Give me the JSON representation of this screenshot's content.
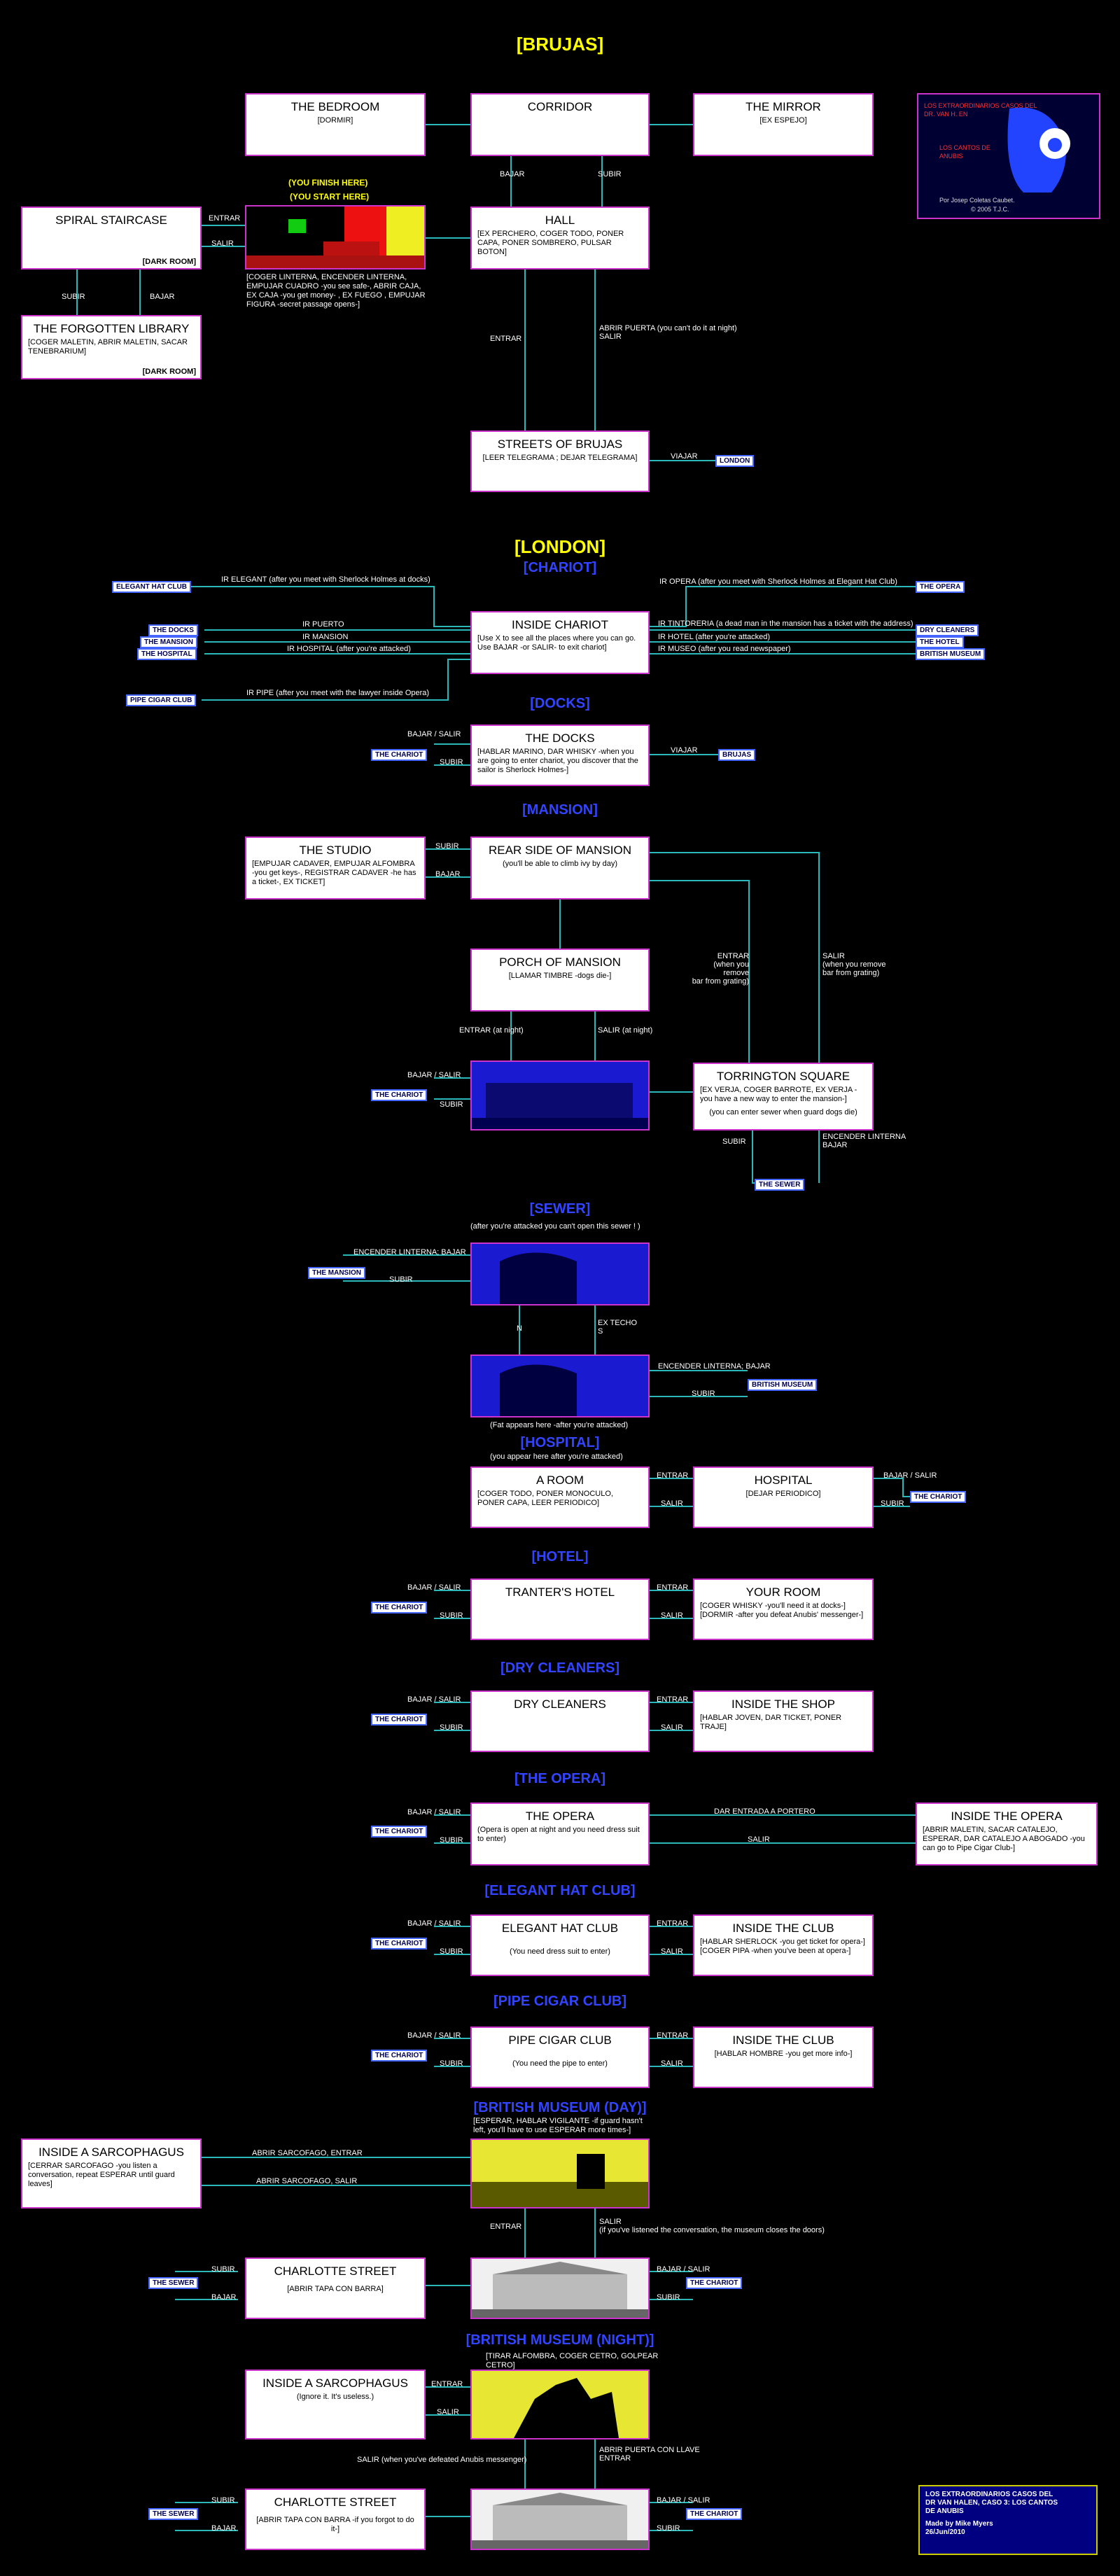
{
  "sections": {
    "brujas": "[BRUJAS]",
    "london": "[LONDON]",
    "chariot": "[CHARIOT]",
    "docks": "[DOCKS]",
    "mansion": "[MANSION]",
    "sewer": "[SEWER]",
    "hospital": "[HOSPITAL]",
    "hotel": "[HOTEL]",
    "dry": "[DRY CLEANERS]",
    "opera": "[THE OPERA]",
    "elegant": "[ELEGANT HAT CLUB]",
    "pipe": "[PIPE CIGAR CLUB]",
    "bmday": "[BRITISH MUSEUM (DAY)]",
    "bmnight": "[BRITISH MUSEUM (NIGHT)]"
  },
  "rooms": {
    "bedroom": {
      "title": "THE BEDROOM",
      "desc": "[DORMIR]"
    },
    "corridor": {
      "title": "CORRIDOR",
      "desc": ""
    },
    "mirror": {
      "title": "THE MIRROR",
      "desc": "[EX ESPEJO]"
    },
    "spiral": {
      "title": "SPIRAL STAIRCASE",
      "desc": "",
      "dark": "[DARK ROOM]"
    },
    "hall": {
      "title": "HALL",
      "desc": "[EX PERCHERO, COGER TODO, PONER CAPA, PONER SOMBRERO, PULSAR BOTON]"
    },
    "library": {
      "title": "THE FORGOTTEN LIBRARY",
      "desc": "[COGER MALETIN, ABRIR MALETIN, SACAR TENEBRARIUM]",
      "dark": "[DARK ROOM]"
    },
    "streets": {
      "title": "STREETS OF BRUJAS",
      "desc": "[LEER TELEGRAMA ; DEJAR TELEGRAMA]"
    },
    "chariot": {
      "title": "INSIDE CHARIOT",
      "desc": "[Use X to see all the places where you can go. Use BAJAR -or SALIR- to exit chariot]"
    },
    "docks": {
      "title": "THE DOCKS",
      "desc": "[HABLAR MARINO, DAR WHISKY -when you are going to enter chariot, you discover that the sailor is Sherlock Holmes-]"
    },
    "studio": {
      "title": "THE STUDIO",
      "desc": "[EMPUJAR CADAVER, EMPUJAR ALFOMBRA -you get keys-, REGISTRAR CADAVER -he has a ticket-, EX TICKET]"
    },
    "rear": {
      "title": "REAR SIDE OF MANSION",
      "desc": "(you'll be able to climb ivy by day)"
    },
    "porch": {
      "title": "PORCH OF MANSION",
      "desc": "[LLAMAR TIMBRE -dogs die-]"
    },
    "torrington": {
      "title": "TORRINGTON  SQUARE",
      "desc": "[EX VERJA, COGER BARROTE, EX VERJA -you have a new way to enter the mansion-]",
      "note": "(you can enter sewer when guard dogs die)"
    },
    "aroom": {
      "title": "A  ROOM",
      "desc": "[COGER TODO, PONER MONOCULO, PONER CAPA, LEER PERIODICO]"
    },
    "hospital": {
      "title": "HOSPITAL",
      "desc": "[DEJAR PERIODICO]"
    },
    "tranter": {
      "title": "TRANTER'S HOTEL",
      "desc": ""
    },
    "yourroom": {
      "title": "YOUR ROOM",
      "desc": "[COGER WHISKY -you'll need it at docks-] [DORMIR -after you defeat Anubis' messenger-]"
    },
    "drycl": {
      "title": "DRY CLEANERS",
      "desc": ""
    },
    "shop": {
      "title": "INSIDE THE SHOP",
      "desc": "[HABLAR JOVEN, DAR TICKET, PONER TRAJE]"
    },
    "opera": {
      "title": "THE OPERA",
      "desc": "(Opera is open at night and you need dress suit to enter)"
    },
    "insopera": {
      "title": "INSIDE THE OPERA",
      "desc": "[ABRIR MALETIN, SACAR CATALEJO, ESPERAR, DAR CATALEJO A ABOGADO -you can go to Pipe Cigar Club-]"
    },
    "elegant": {
      "title": "ELEGANT HAT CLUB",
      "desc": "(You need dress suit to enter)"
    },
    "insclub1": {
      "title": "INSIDE THE CLUB",
      "desc": "[HABLAR SHERLOCK -you get ticket for opera-] [COGER PIPA -when you've been at opera-]"
    },
    "pipe": {
      "title": "PIPE CIGAR CLUB",
      "desc": "(You need the pipe to enter)"
    },
    "insclub2": {
      "title": "INSIDE THE CLUB",
      "desc": "[HABLAR HOMBRE -you get more info-]"
    },
    "sarc1": {
      "title": "INSIDE A SARCOPHAGUS",
      "desc": "[CERRAR SARCOFAGO -you listen a conversation, repeat ESPERAR until guard leaves]"
    },
    "charlotte1": {
      "title": "CHARLOTTE STREET",
      "desc": "[ABRIR TAPA CON BARRA]"
    },
    "sarc2": {
      "title": "INSIDE A SARCOPHAGUS",
      "desc": "(Ignore it. It's useless.)"
    },
    "charlotte2": {
      "title": "CHARLOTTE STREET",
      "desc": "[ABRIR TAPA CON BARRA -if you forgot to do it-]"
    }
  },
  "tags": {
    "london": "LONDON",
    "elegant": "ELEGANT HAT CLUB",
    "opera": "THE OPERA",
    "docks": "THE DOCKS",
    "dry": "DRY CLEANERS",
    "mansion": "THE MANSION",
    "hotel": "THE HOTEL",
    "hospital": "THE HOSPITAL",
    "bmuseum": "BRITISH MUSEUM",
    "pipe": "PIPE CIGAR CLUB",
    "brujas": "BRUJAS",
    "chariot": "THE CHARIOT",
    "sewer": "THE SEWER"
  },
  "labels": {
    "bajar": "BAJAR",
    "subir": "SUBIR",
    "entrar": "ENTRAR",
    "salir": "SALIR",
    "viajar": "VIAJAR",
    "bajarsalir": "BAJAR / SALIR",
    "n": "N",
    "exsalir": "EX TECHO\nS",
    "abrir": "ABRIR PUERTA (you can't do it at night)\nSALIR",
    "ir_elegant": "IR ELEGANT (after you meet with Sherlock Holmes at docks)",
    "ir_opera": "IR OPERA (after you meet with Sherlock Holmes at Elegant Hat Club)",
    "ir_puerto": "IR PUERTO",
    "ir_mansion": "IR MANSION",
    "ir_hospital": "IR HOSPITAL (after you're attacked)",
    "ir_tintoreria": "IR TINTORERIA (a dead man in the mansion has a ticket with the address)",
    "ir_hotel": "IR HOTEL (after you're attacked)",
    "ir_museo": "IR MUSEO (after you read newspaper)",
    "ir_pipe": "IR PIPE (after you meet with the lawyer inside Opera)",
    "entrar_night": "ENTRAR (at night)",
    "salir_night": "SALIR (at night)",
    "entrar_grating": "ENTRAR\n(when you remove\nbar from grating)",
    "salir_grating": "SALIR\n(when you remove\nbar from grating)",
    "encender_bajar": "ENCENDER LINTERNA\nBAJAR",
    "encender_bajar2": "ENCENDER LINTERNA; BAJAR",
    "sewer_note": "(after you're attacked you can't open this sewer ! )",
    "sewer_fall": "(Fat appears here -after you're attacked)",
    "hospital_note": "(you appear here after you're attacked)",
    "dar_entrada": "DAR ENTRADA A PORTERO",
    "abrir_sarc_entrar": "ABRIR SARCOFAGO, ENTRAR",
    "abrir_sarc_salir": "ABRIR SARCOFAGO, SALIR",
    "bm_day_top": "[ESPERAR, HABLAR VIGILANTE -if guard hasn't left, you'll have to use ESPERAR more times-]",
    "bm_day_salir": "SALIR\n(if you've listened the conversation, the museum closes the doors)",
    "bm_night_top": "[TIRAR ALFOMBRA, COGER CETRO, GOLPEAR CETRO]",
    "salir_anubis": "SALIR (when you've defeated Anubis messenger)",
    "abrir_llave": "ABRIR PUERTA CON LLAVE\nENTRAR",
    "finish": "(YOU FINISH HERE)",
    "start": "(YOU START HERE)",
    "hall_scene_note": "[COGER LINTERNA, ENCENDER LINTERNA, EMPUJAR CUADRO -you see safe-, ABRIR CAJA, EX CAJA -you get money- , EX FUEGO , EMPUJAR FIGURA -secret passage opens-]"
  },
  "logo": {
    "line1": "LOS EXTRAORDINARIOS CASOS DEL DR. VAN H. EN",
    "line2": "LOS CANTOS DE ANUBIS",
    "line3": "Por Josep Coletas Caubet.",
    "line4": "© 2005 T.J.C."
  },
  "credits": {
    "line1": "LOS EXTRAORDINARIOS CASOS DEL",
    "line2": "DR VAN HALEN, CASO 3: LOS CANTOS",
    "line3": "DE ANUBIS",
    "line4": "Made by Mike Myers",
    "line5": "26/Jun/2010"
  }
}
